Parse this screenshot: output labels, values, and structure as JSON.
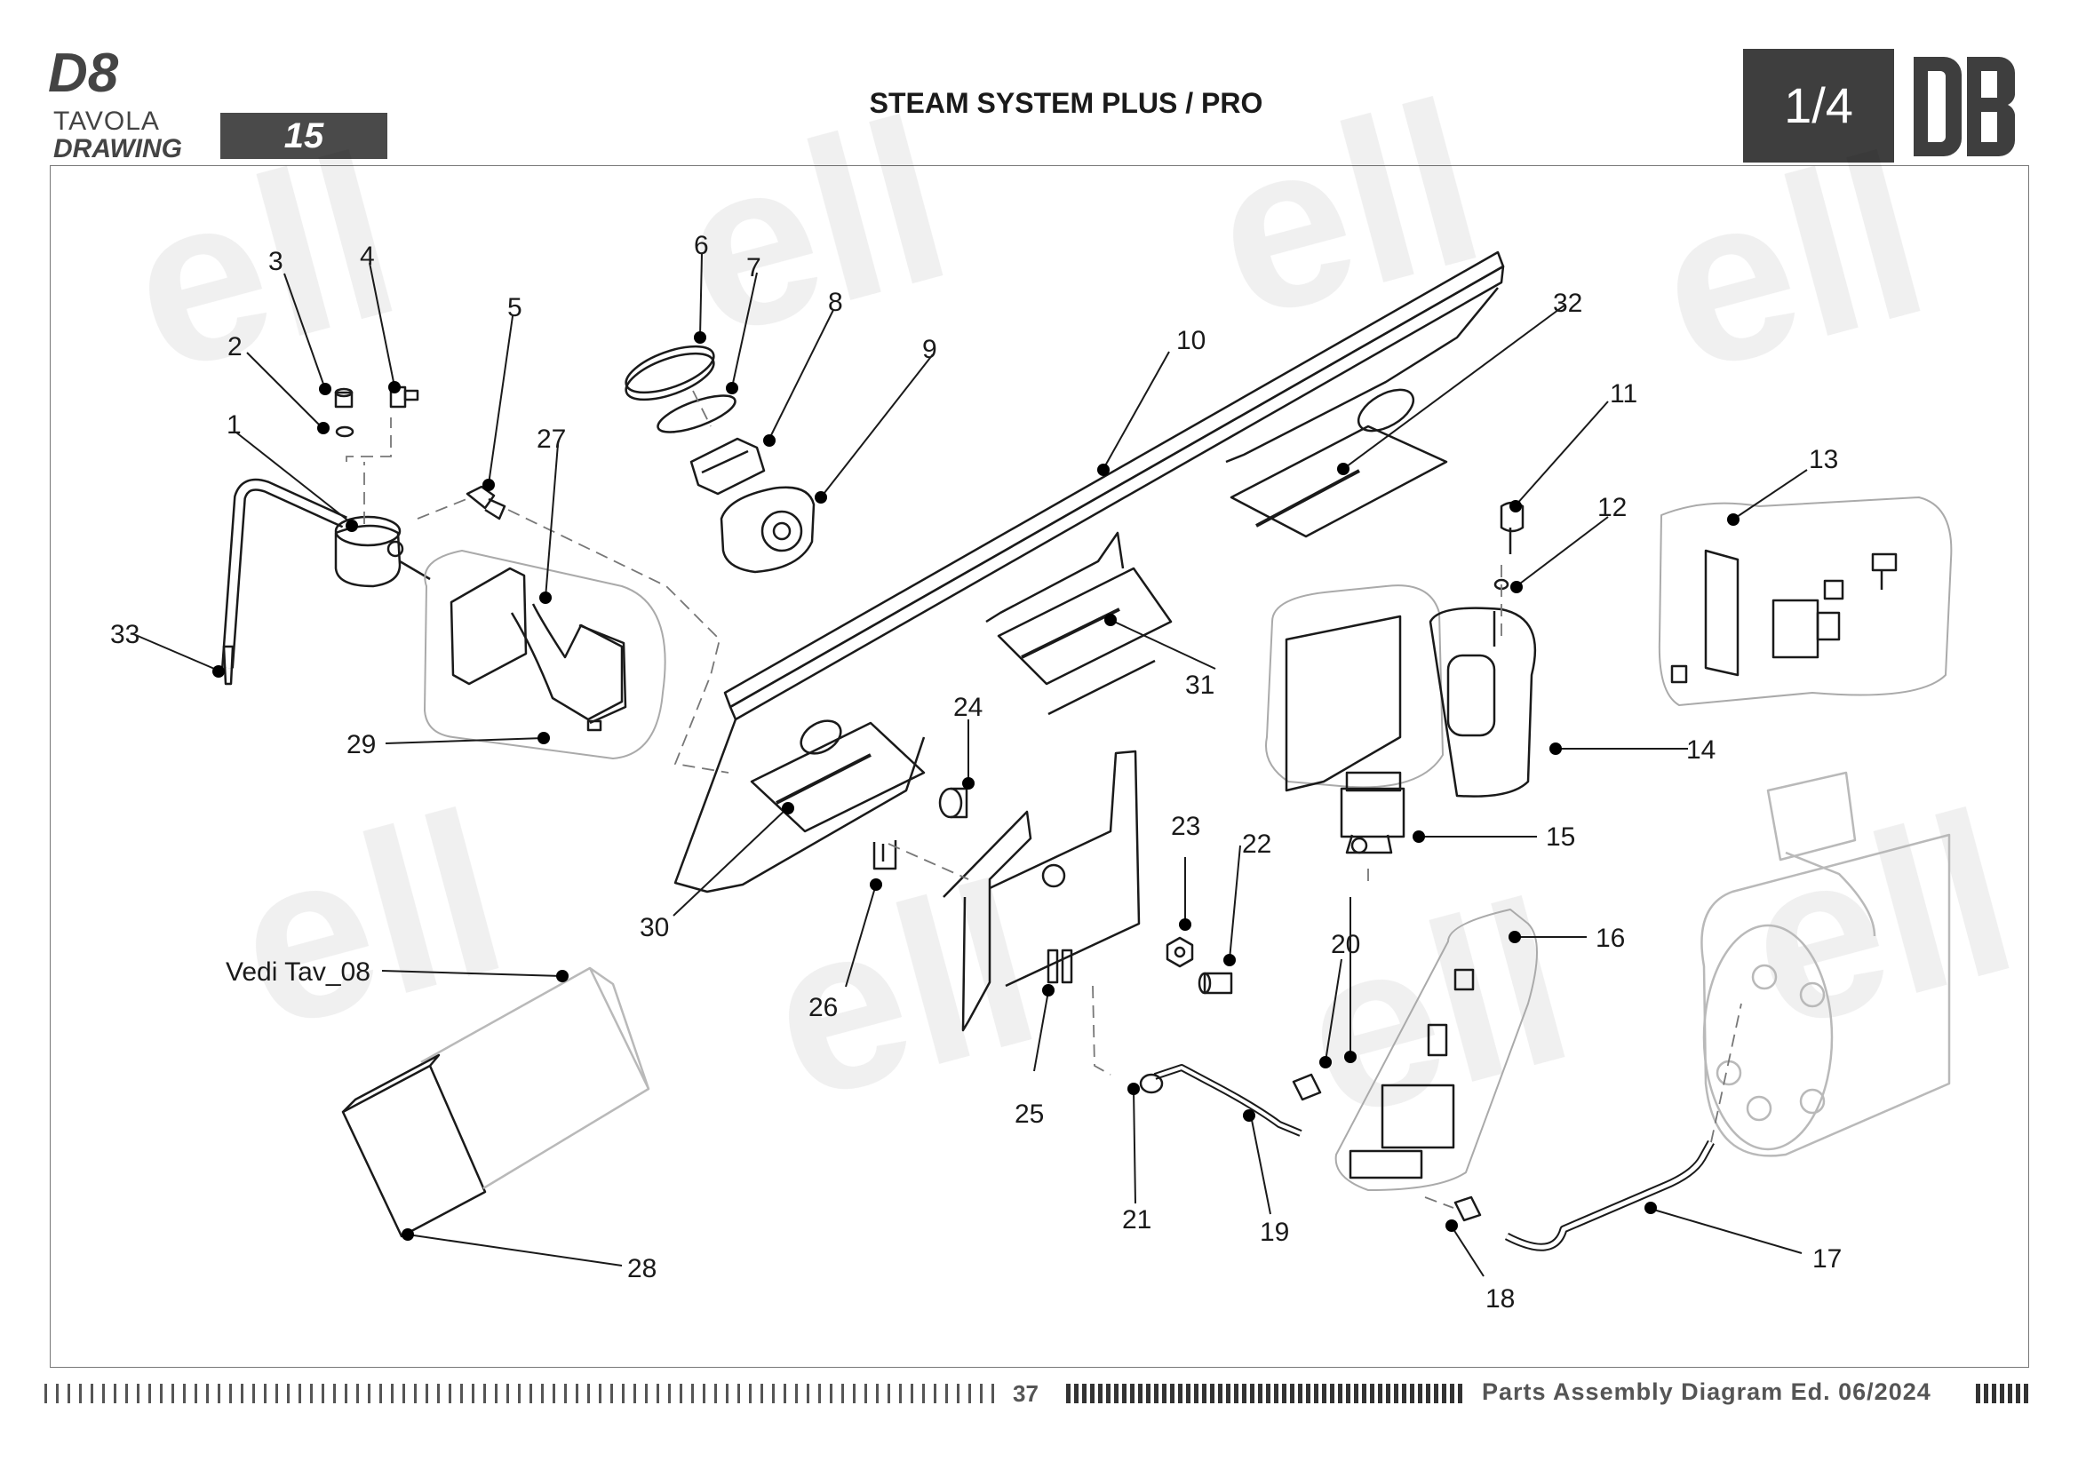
{
  "header": {
    "model": "D8",
    "tavola_label": "TAVOLA",
    "drawing_label": "DRAWING",
    "drawing_number": "15",
    "title": "STEAM SYSTEM PLUS / PRO",
    "page_fraction": "1/4",
    "logo_text": "D8"
  },
  "callouts": {
    "c1": "1",
    "c2": "2",
    "c3": "3",
    "c4": "4",
    "c5": "5",
    "c6": "6",
    "c7": "7",
    "c8": "8",
    "c9": "9",
    "c10": "10",
    "c11": "11",
    "c12": "12",
    "c13": "13",
    "c14": "14",
    "c15": "15",
    "c16": "16",
    "c17": "17",
    "c18": "18",
    "c19": "19",
    "c20": "20",
    "c21": "21",
    "c22": "22",
    "c23": "23",
    "c24": "24",
    "c25": "25",
    "c26": "26",
    "c27": "27",
    "c28": "28",
    "c29": "29",
    "c30": "30",
    "c31": "31",
    "c32": "32",
    "c33": "33",
    "vedi": "Vedi Tav_08"
  },
  "footer": {
    "page_number": "37",
    "edition": "Parts Assembly Diagram Ed. 06/2024"
  },
  "colors": {
    "dark_box": "#3e3e3e",
    "number_box": "#4a4a4a",
    "line": "#1a1a1a",
    "ghost_part": "#b9b9b9"
  }
}
